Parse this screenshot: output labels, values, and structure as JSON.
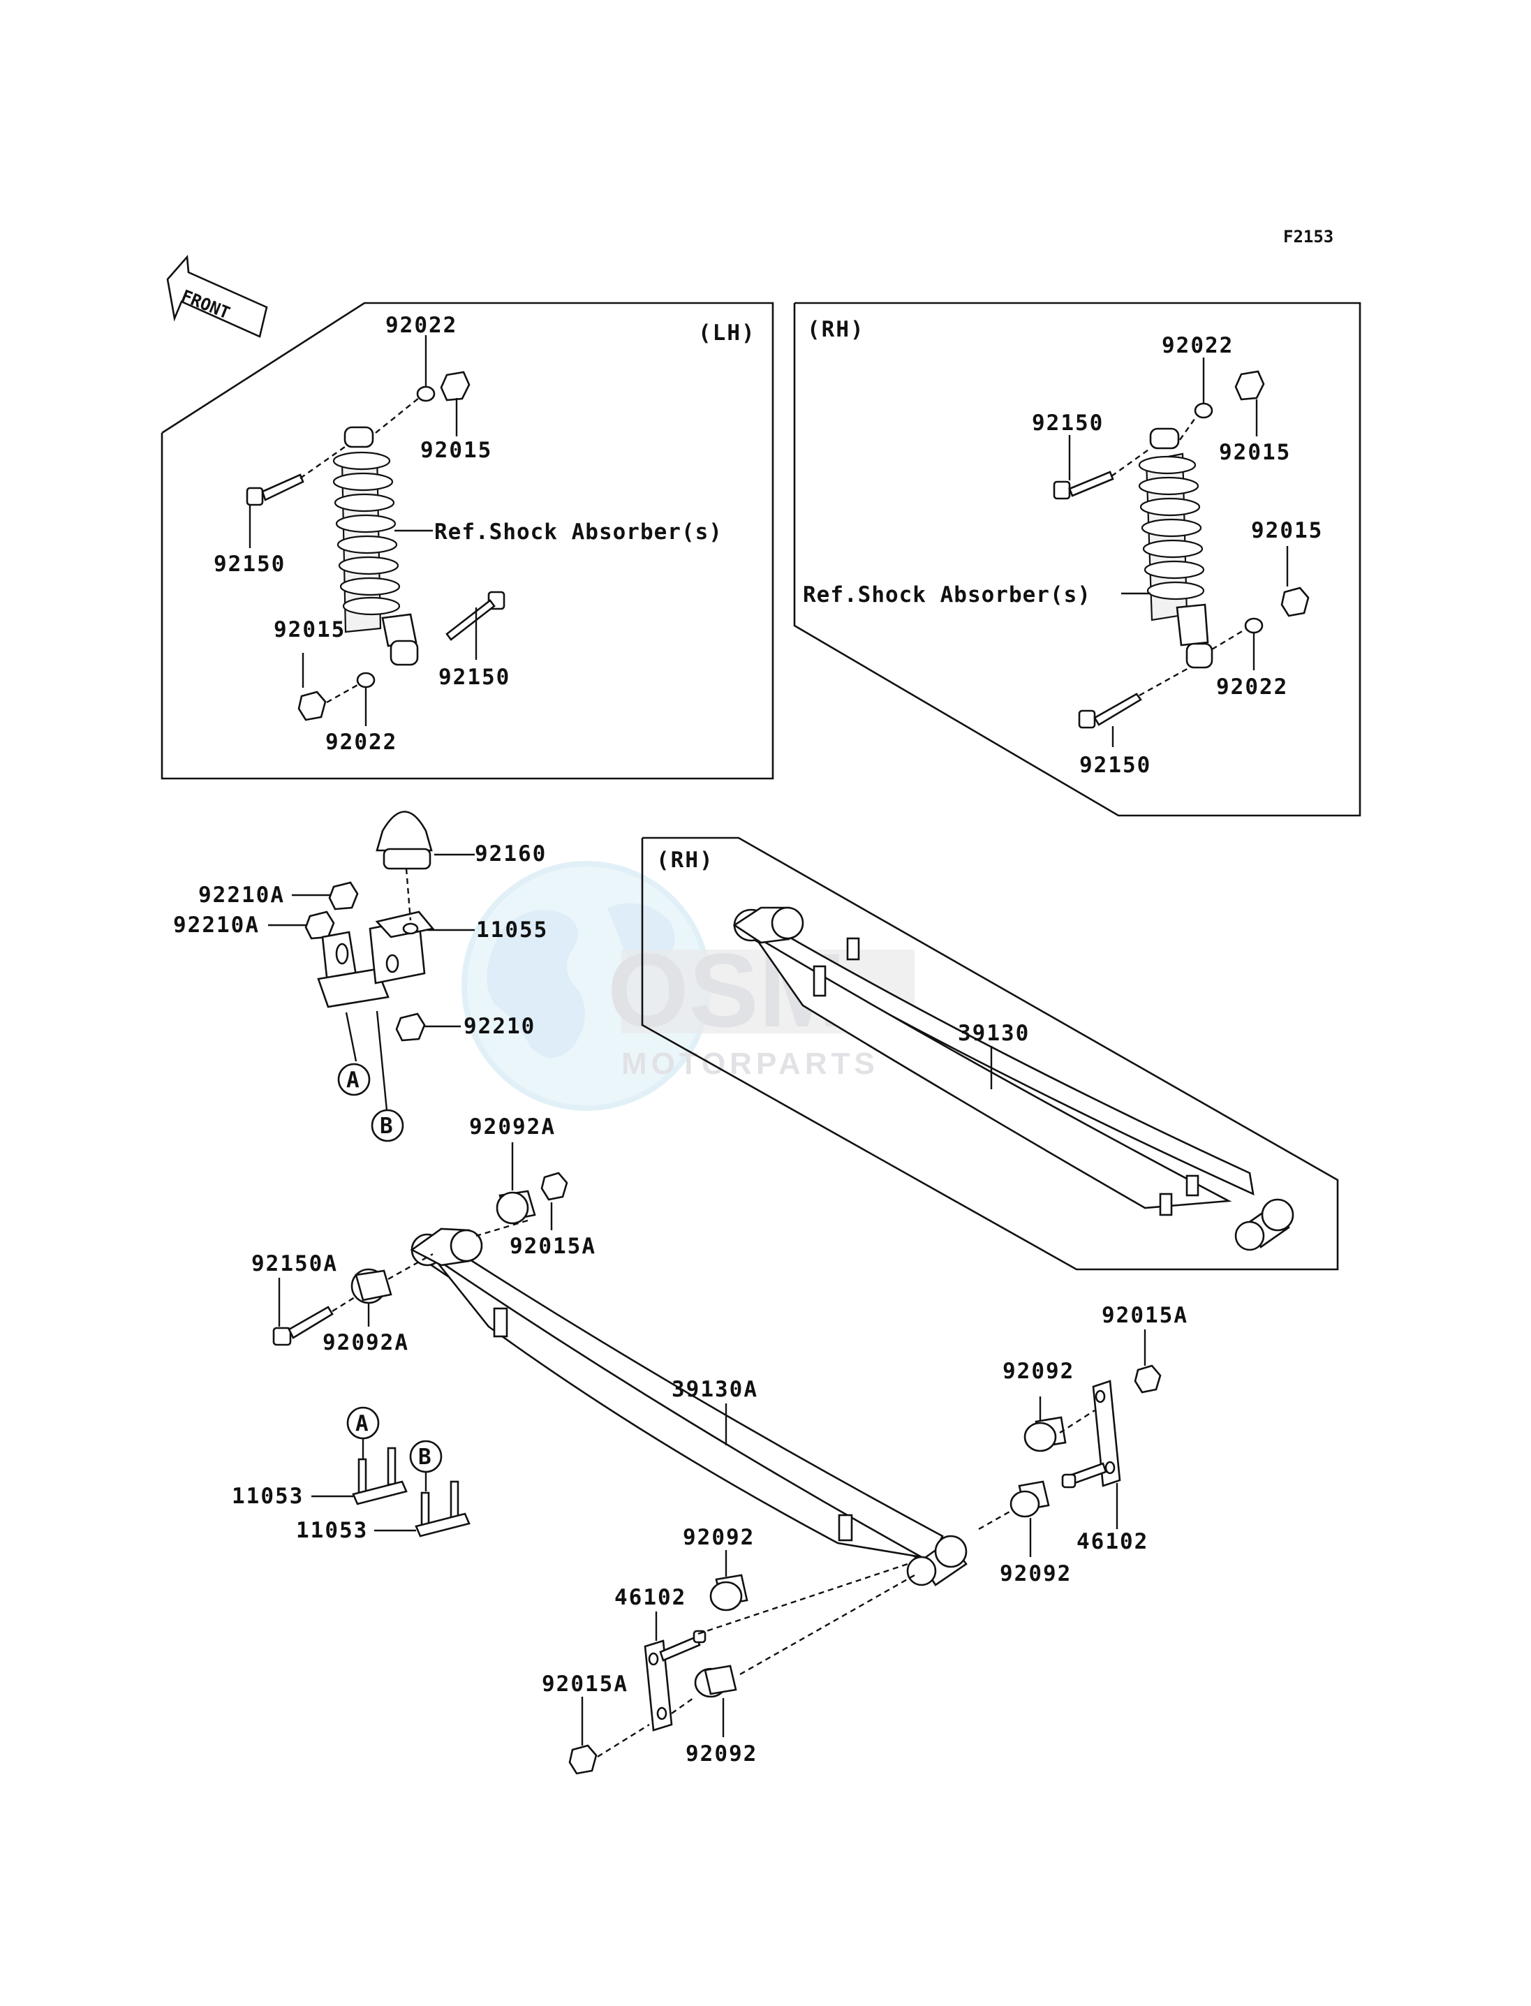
{
  "diagram_code": "F2153",
  "front_arrow_label": "FRONT",
  "watermark": {
    "brand": "OSM",
    "sub": "MOTORPARTS"
  },
  "panels": {
    "shock_lh": {
      "side": "(LH)",
      "ref_label": "Ref.Shock Absorber(s)"
    },
    "shock_rh": {
      "side": "(RH)",
      "ref_label": "Ref.Shock Absorber(s)"
    },
    "spring_rh": {
      "side": "(RH)"
    }
  },
  "parts": {
    "lh_92022_top": "92022",
    "lh_92015_top": "92015",
    "lh_92150_top": "92150",
    "lh_92015_bot": "92015",
    "lh_92150_bot": "92150",
    "lh_92022_bot": "92022",
    "rh_92022_top": "92022",
    "rh_92150_top": "92150",
    "rh_92015_top": "92015",
    "rh_92015_mid": "92015",
    "rh_92022_bot": "92022",
    "rh_92150_bot": "92150",
    "p92160": "92160",
    "p92210A_1": "92210A",
    "p92210A_2": "92210A",
    "p11055": "11055",
    "p92210": "92210",
    "p39130": "39130",
    "p92092A_top": "92092A",
    "p92015A_top": "92015A",
    "p92150A": "92150A",
    "p92092A_bot": "92092A",
    "p39130A": "39130A",
    "p92015A_right": "92015A",
    "p92092_r1": "92092",
    "p46102_right": "46102",
    "p92092_r2": "92092",
    "p11053_a": "11053",
    "p11053_b": "11053",
    "p92092_c1": "92092",
    "p46102_left": "46102",
    "p92015A_left": "92015A",
    "p92092_c2": "92092"
  },
  "callouts": {
    "a": "A",
    "b": "B"
  }
}
